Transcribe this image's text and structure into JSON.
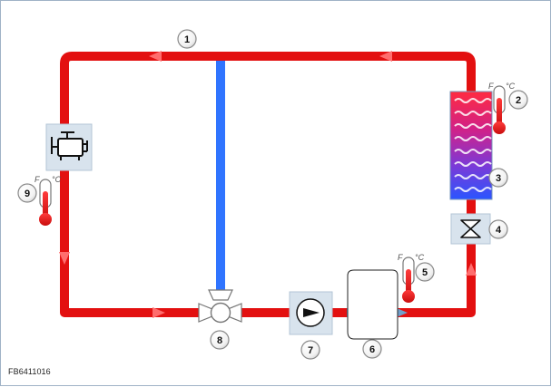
{
  "figure_id": "FB6411016",
  "callouts": [
    "1",
    "2",
    "3",
    "4",
    "5",
    "6",
    "7",
    "8",
    "9"
  ],
  "units": {
    "fahrenheit": "F",
    "celsius": "°C"
  },
  "colors": {
    "hot_line": "#e31010",
    "cold_line": "#2f74ff",
    "flow_arrow": "#ff6d6d",
    "radiator_top": "#ff3d55",
    "radiator_bottom": "#2e4fff"
  },
  "icons": {
    "engine": "engine-icon",
    "thermostat_valve": "thermostat-valve-icon",
    "pump": "water-pump-icon",
    "heater_core": "heater-core-icon",
    "flow_restrictor": "flow-restrictor-icon",
    "thermometer": "thermometer-icon"
  }
}
